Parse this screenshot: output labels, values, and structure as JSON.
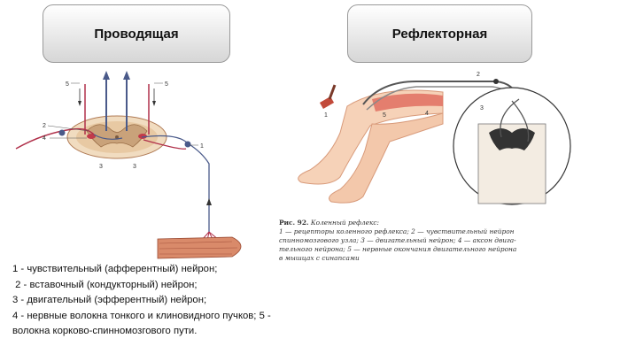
{
  "titles": {
    "left": "Проводящая",
    "right": "Рефлекторная"
  },
  "left_diagram": {
    "labels": [
      "5",
      "5",
      "2",
      "4",
      "3",
      "3",
      "1"
    ]
  },
  "right_diagram": {
    "labels": [
      "1",
      "5",
      "4",
      "2",
      "3"
    ]
  },
  "legend": [
    "1 - чувствительный (афферентный) нейрон;",
    " 2 - вставочный (кондукторный) нейрон;",
    "3 - двигательный (эфферентный) нейрон;",
    "4 - нервные волокна тонкого и клиновидного пучков; 5 -",
    "волокна корково-спинномозгового пути."
  ],
  "caption": {
    "figure": "Рис. 92.",
    "title": "Коленный рефлекс:",
    "lines": [
      "1 — рецепторы коленного рефлекса; 2 — чувствительный нейрон",
      "спинномозгового узла; 3 — двигательный нейрон; 4 — аксон двига-",
      "тельного нейрона; 5 — нервные окончания двигательного нейрона",
      "в мышцах с синапсами"
    ]
  },
  "colors": {
    "title_gradient_top": "#ffffff",
    "title_gradient_bottom": "#d6d6d6",
    "nerve_red": "#b0304a",
    "nerve_blue": "#4a5a8a",
    "grey_matter": "#c9a27a",
    "skin": "#f6d2b8",
    "muscle": "#e07060"
  }
}
